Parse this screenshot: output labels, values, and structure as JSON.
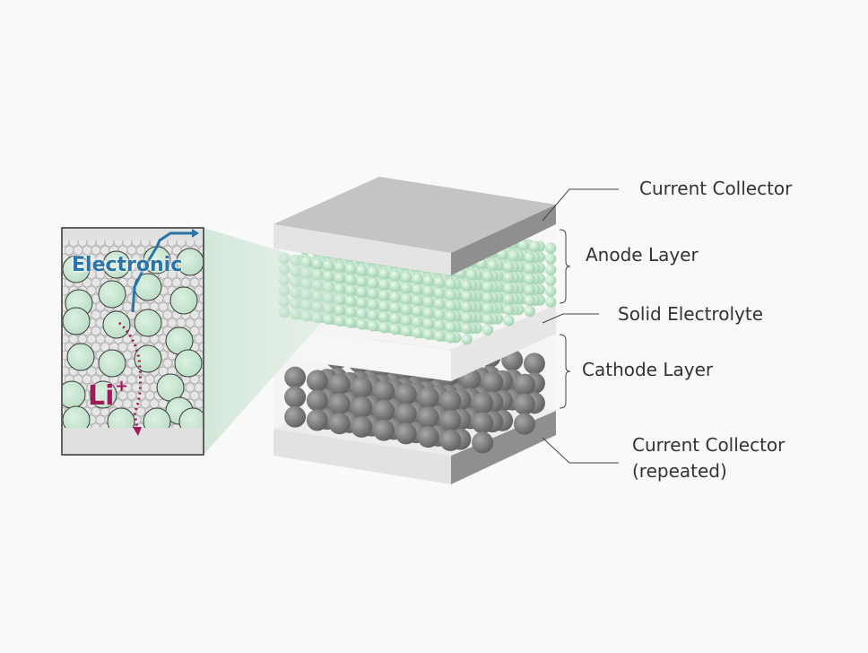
{
  "labels": {
    "current_collector_top": "Current Collector",
    "anode_layer": "Anode Layer",
    "solid_electrolyte": "Solid Electrolyte",
    "cathode_layer": "Cathode Layer",
    "current_collector_bottom": "Current Collector",
    "current_collector_bottom_note": "(repeated)"
  },
  "inset": {
    "electronic_label": "Electronic",
    "ion_label": "Li",
    "ion_charge": "+"
  },
  "colors": {
    "anode_particle": "#c6ecd2",
    "cathode_particle": "#8a8a8a",
    "electronic_path": "#2a74a8",
    "ion_path": "#a0195a",
    "plate_top": "#c4c4c4",
    "plate_side": "#8f8f8f"
  }
}
